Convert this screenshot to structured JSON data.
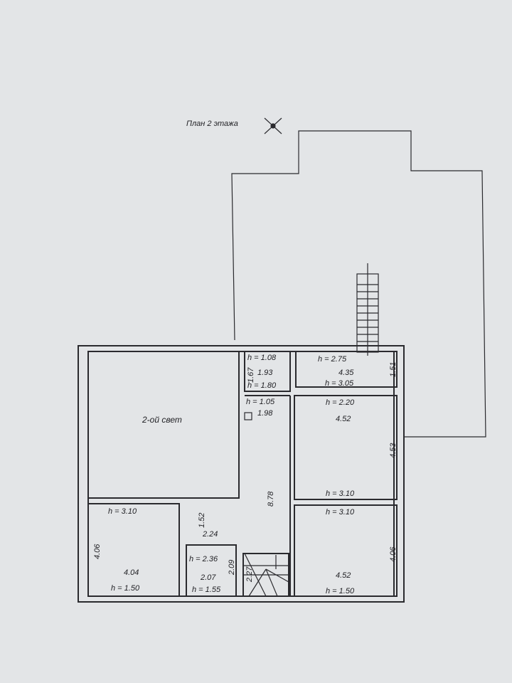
{
  "title": "План 2 этажа",
  "rooms": {
    "second_light": "2-ой свет",
    "small_top": {
      "h1": "h = 1.08",
      "area": "1.93",
      "h2": "h = 1.80",
      "side": "1.67"
    },
    "balcony": {
      "h1": "h = 2.75",
      "area": "4.35",
      "h2": "h = 3.05",
      "side": "1.51"
    },
    "hall": {
      "h": "h = 1.05",
      "area": "1.98",
      "length": "8.78"
    },
    "right_mid": {
      "h1": "h = 2.20",
      "area": "4.52",
      "h2": "h = 3.10",
      "side": "4.53"
    },
    "right_bottom": {
      "h1": "h = 3.10",
      "area": "4.52",
      "h2": "h = 1.50",
      "side": "4.06"
    },
    "left_bottom": {
      "h1": "h = 3.10",
      "area": "4.04",
      "h2": "h = 1.50",
      "side": "4.06"
    },
    "bath": {
      "top": "2.24",
      "side_top": "1.52",
      "h1": "h = 2.36",
      "area": "2.07",
      "h2": "h = 1.55",
      "side": "2.09"
    },
    "stairs": {
      "side": "2.27"
    }
  }
}
